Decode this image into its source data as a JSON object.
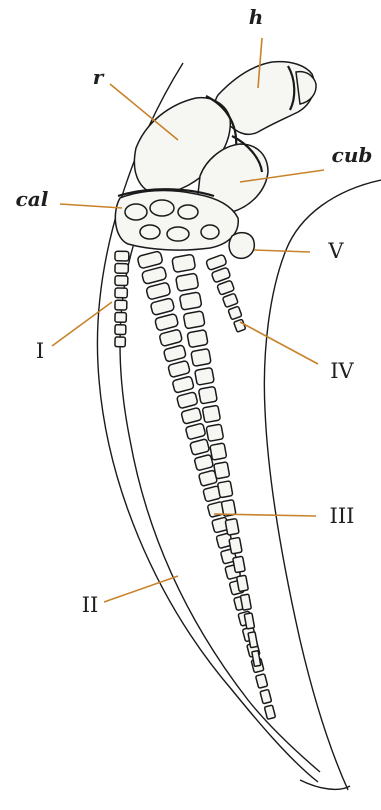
{
  "labels": {
    "h": "h",
    "r": "r",
    "cub": "cub",
    "cal": "cal",
    "V": "V",
    "I": "I",
    "IV": "IV",
    "III": "III",
    "II": "II"
  },
  "colors": {
    "leader_line": "#c8822a",
    "ink": "#1a1a1a",
    "bone_fill": "#f6f6f3",
    "background": "#ffffff"
  }
}
